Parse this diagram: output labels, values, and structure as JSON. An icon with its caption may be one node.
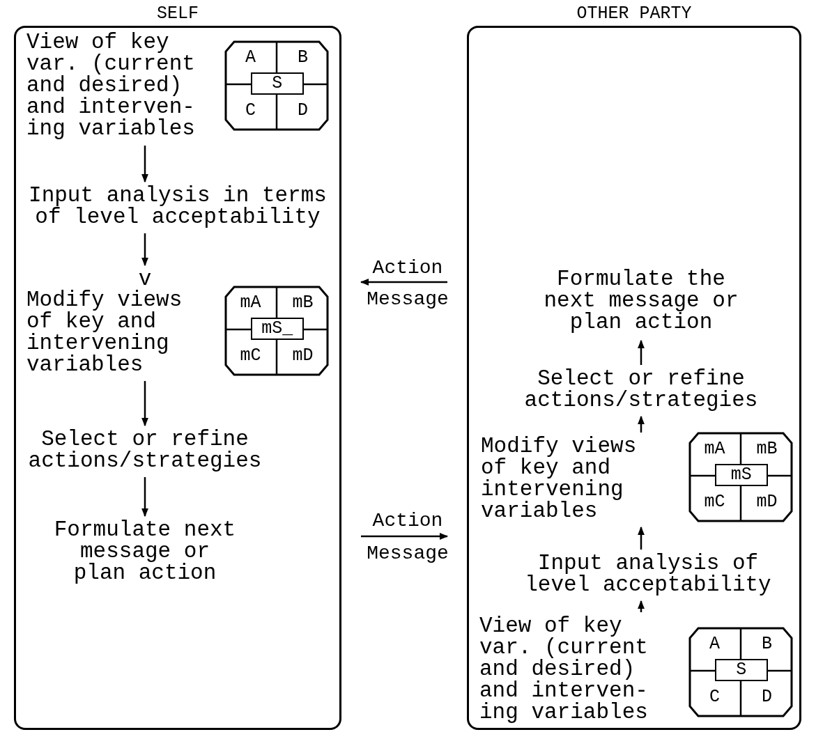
{
  "diagram": {
    "nodes": [
      {
        "text": [
          "SELF"
        ]
      },
      {
        "text": [
          "View of key var. (current and desired) and interven- ing variables"
        ],
        "in": 0
      },
      {
        "text": [
          "A",
          "B",
          "S",
          "C",
          "D"
        ],
        "in": 0
      },
      {
        "text": [
          "Input analysis in terms of level acceptability"
        ],
        "in": 0
      },
      {
        "text": [
          "v"
        ],
        "in": 0
      },
      {
        "text": [
          "Modify views of key and intervening variables"
        ],
        "in": 0
      },
      {
        "text": [
          "mA",
          "mB",
          "mS_",
          "mC",
          "mD"
        ],
        "in": 0
      },
      {
        "text": [
          "Select or refine actions/strategies"
        ],
        "in": 0
      },
      {
        "text": [
          "Formulate next message or plan action"
        ],
        "in": 0
      },
      {
        "text": [
          "OTHER PARTY"
        ]
      },
      {
        "text": [
          "Formulate the next message or plan action"
        ],
        "in": 9
      },
      {
        "text": [
          "Select or refine actions/strategies"
        ],
        "in": 9
      },
      {
        "text": [
          "Modify views of key and intervening variables"
        ],
        "in": 9
      },
      {
        "text": [
          "mA",
          "mB",
          "mS",
          "mC",
          "mD"
        ],
        "in": 9
      },
      {
        "text": [
          "Input analysis of level acceptability"
        ],
        "in": 9
      },
      {
        "text": [
          "View of key var. (current and desired) and interven- ing variables"
        ],
        "in": 9
      },
      {
        "text": [
          "A",
          "B",
          "S",
          "C",
          "D"
        ],
        "in": 9
      }
    ],
    "edges": [
      {
        "from": 1,
        "to": 3,
        "arrow": "to"
      },
      {
        "from": 3,
        "to": 4,
        "arrow": "to"
      },
      {
        "from": 5,
        "to": 7,
        "arrow": "to"
      },
      {
        "from": 7,
        "to": 8,
        "arrow": "to"
      },
      {
        "from": 9,
        "to": 0,
        "arrow": "to"
      },
      {
        "from": 11,
        "to": 10,
        "arrow": "to"
      },
      {
        "from": 12,
        "to": 11,
        "arrow": "to"
      },
      {
        "from": 14,
        "to": 12,
        "arrow": "to"
      },
      {
        "from": 0,
        "to": 9,
        "arrow": "to"
      },
      {
        "from": 15,
        "to": 14,
        "arrow": "to"
      }
    ],
    "labels": [
      "Action",
      "Message",
      "Action",
      "Message"
    ]
  }
}
